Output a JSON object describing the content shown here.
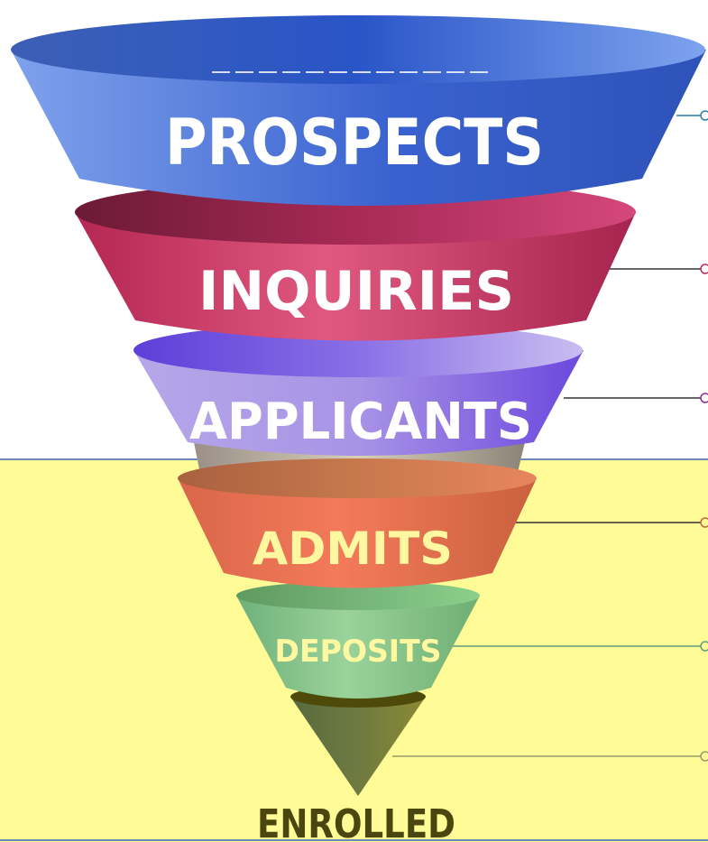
{
  "funnel": {
    "highlight_color": "#fffb96",
    "stages": [
      {
        "label": "PROSPECTS",
        "text_color": "#ffffff",
        "top": "#2c55c7",
        "side_light": "#7fa2ec",
        "side_dark": "#3157c1",
        "connector": "#2b7da8"
      },
      {
        "label": "INQUIRIES",
        "text_color": "#ffffff",
        "top": "#b52a58",
        "side_light": "#e0587f",
        "side_dark": "#a5244d",
        "connector": "#c02a5b"
      },
      {
        "label": "APPLICANTS",
        "text_color": "#ffffff",
        "top": "#7a5ae6",
        "side_light": "#c0b3ea",
        "side_dark": "#6b47de",
        "connector": "#8a2b98"
      },
      {
        "label": "ADMITS",
        "text_color": "#fff8a0",
        "top": "#b55a37",
        "side_light": "#f37a5a",
        "side_dark": "#d26a46",
        "connector": "#c06a3a"
      },
      {
        "label": "DEPOSITS",
        "text_color": "#fff8a0",
        "top": "#5f9a60",
        "side_light": "#95d08f",
        "side_dark": "#74b278",
        "connector": "#5e9e7e"
      },
      {
        "label": "ENROLLED",
        "text_color": "#4a4610",
        "top": "#4e4a0a",
        "side_light": "#8b8a34",
        "side_dark": "#566a3a",
        "connector": "#9a9a6a"
      }
    ]
  }
}
